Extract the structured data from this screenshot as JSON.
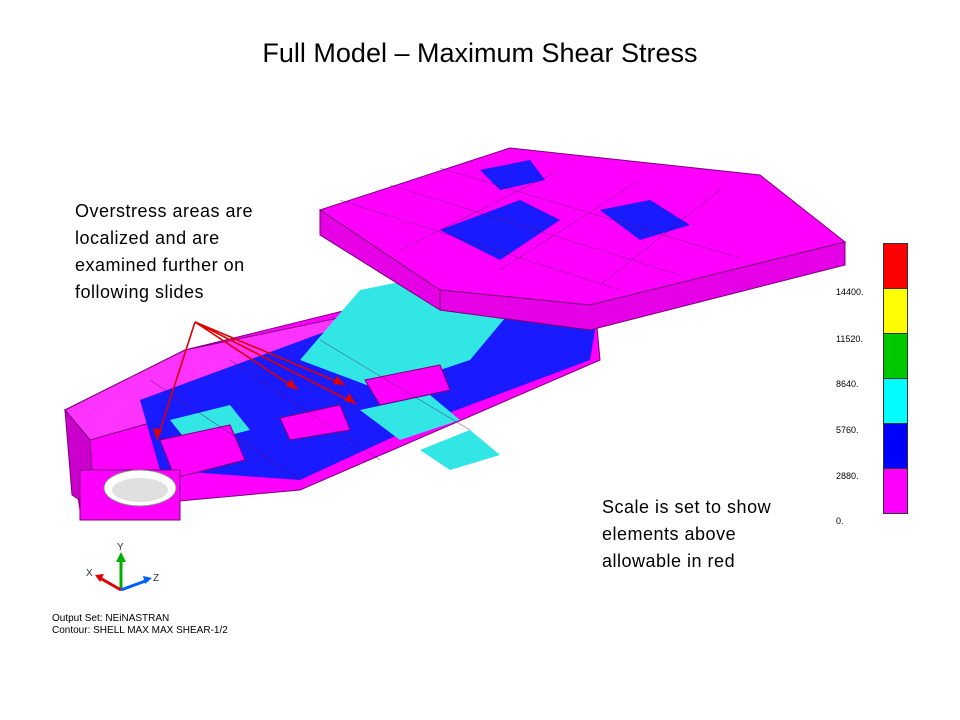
{
  "title": "Full Model – Maximum Shear Stress",
  "note_left": [
    "Overstress areas are",
    "localized and are",
    "examined further on",
    "following slides"
  ],
  "note_right": [
    "Scale is set to show",
    "elements above",
    "allowable in red"
  ],
  "legend": {
    "ticks": [
      "14400.",
      "11520.",
      "8640.",
      "5760.",
      "2880.",
      "0."
    ],
    "colors": [
      "#ff0000",
      "#ffff00",
      "#00c800",
      "#00ffff",
      "#0000ff",
      "#ff00ff"
    ]
  },
  "axes": {
    "y": "Y",
    "x": "X",
    "z": "Z"
  },
  "output": {
    "set": "Output Set: NEiNASTRAN",
    "contour": "Contour: SHELL MAX MAX SHEAR-1/2"
  },
  "colors": {
    "magenta": "#ff00ff",
    "blue": "#1a1aff",
    "cyan": "#33e6e6",
    "arrow": "#e00000"
  }
}
